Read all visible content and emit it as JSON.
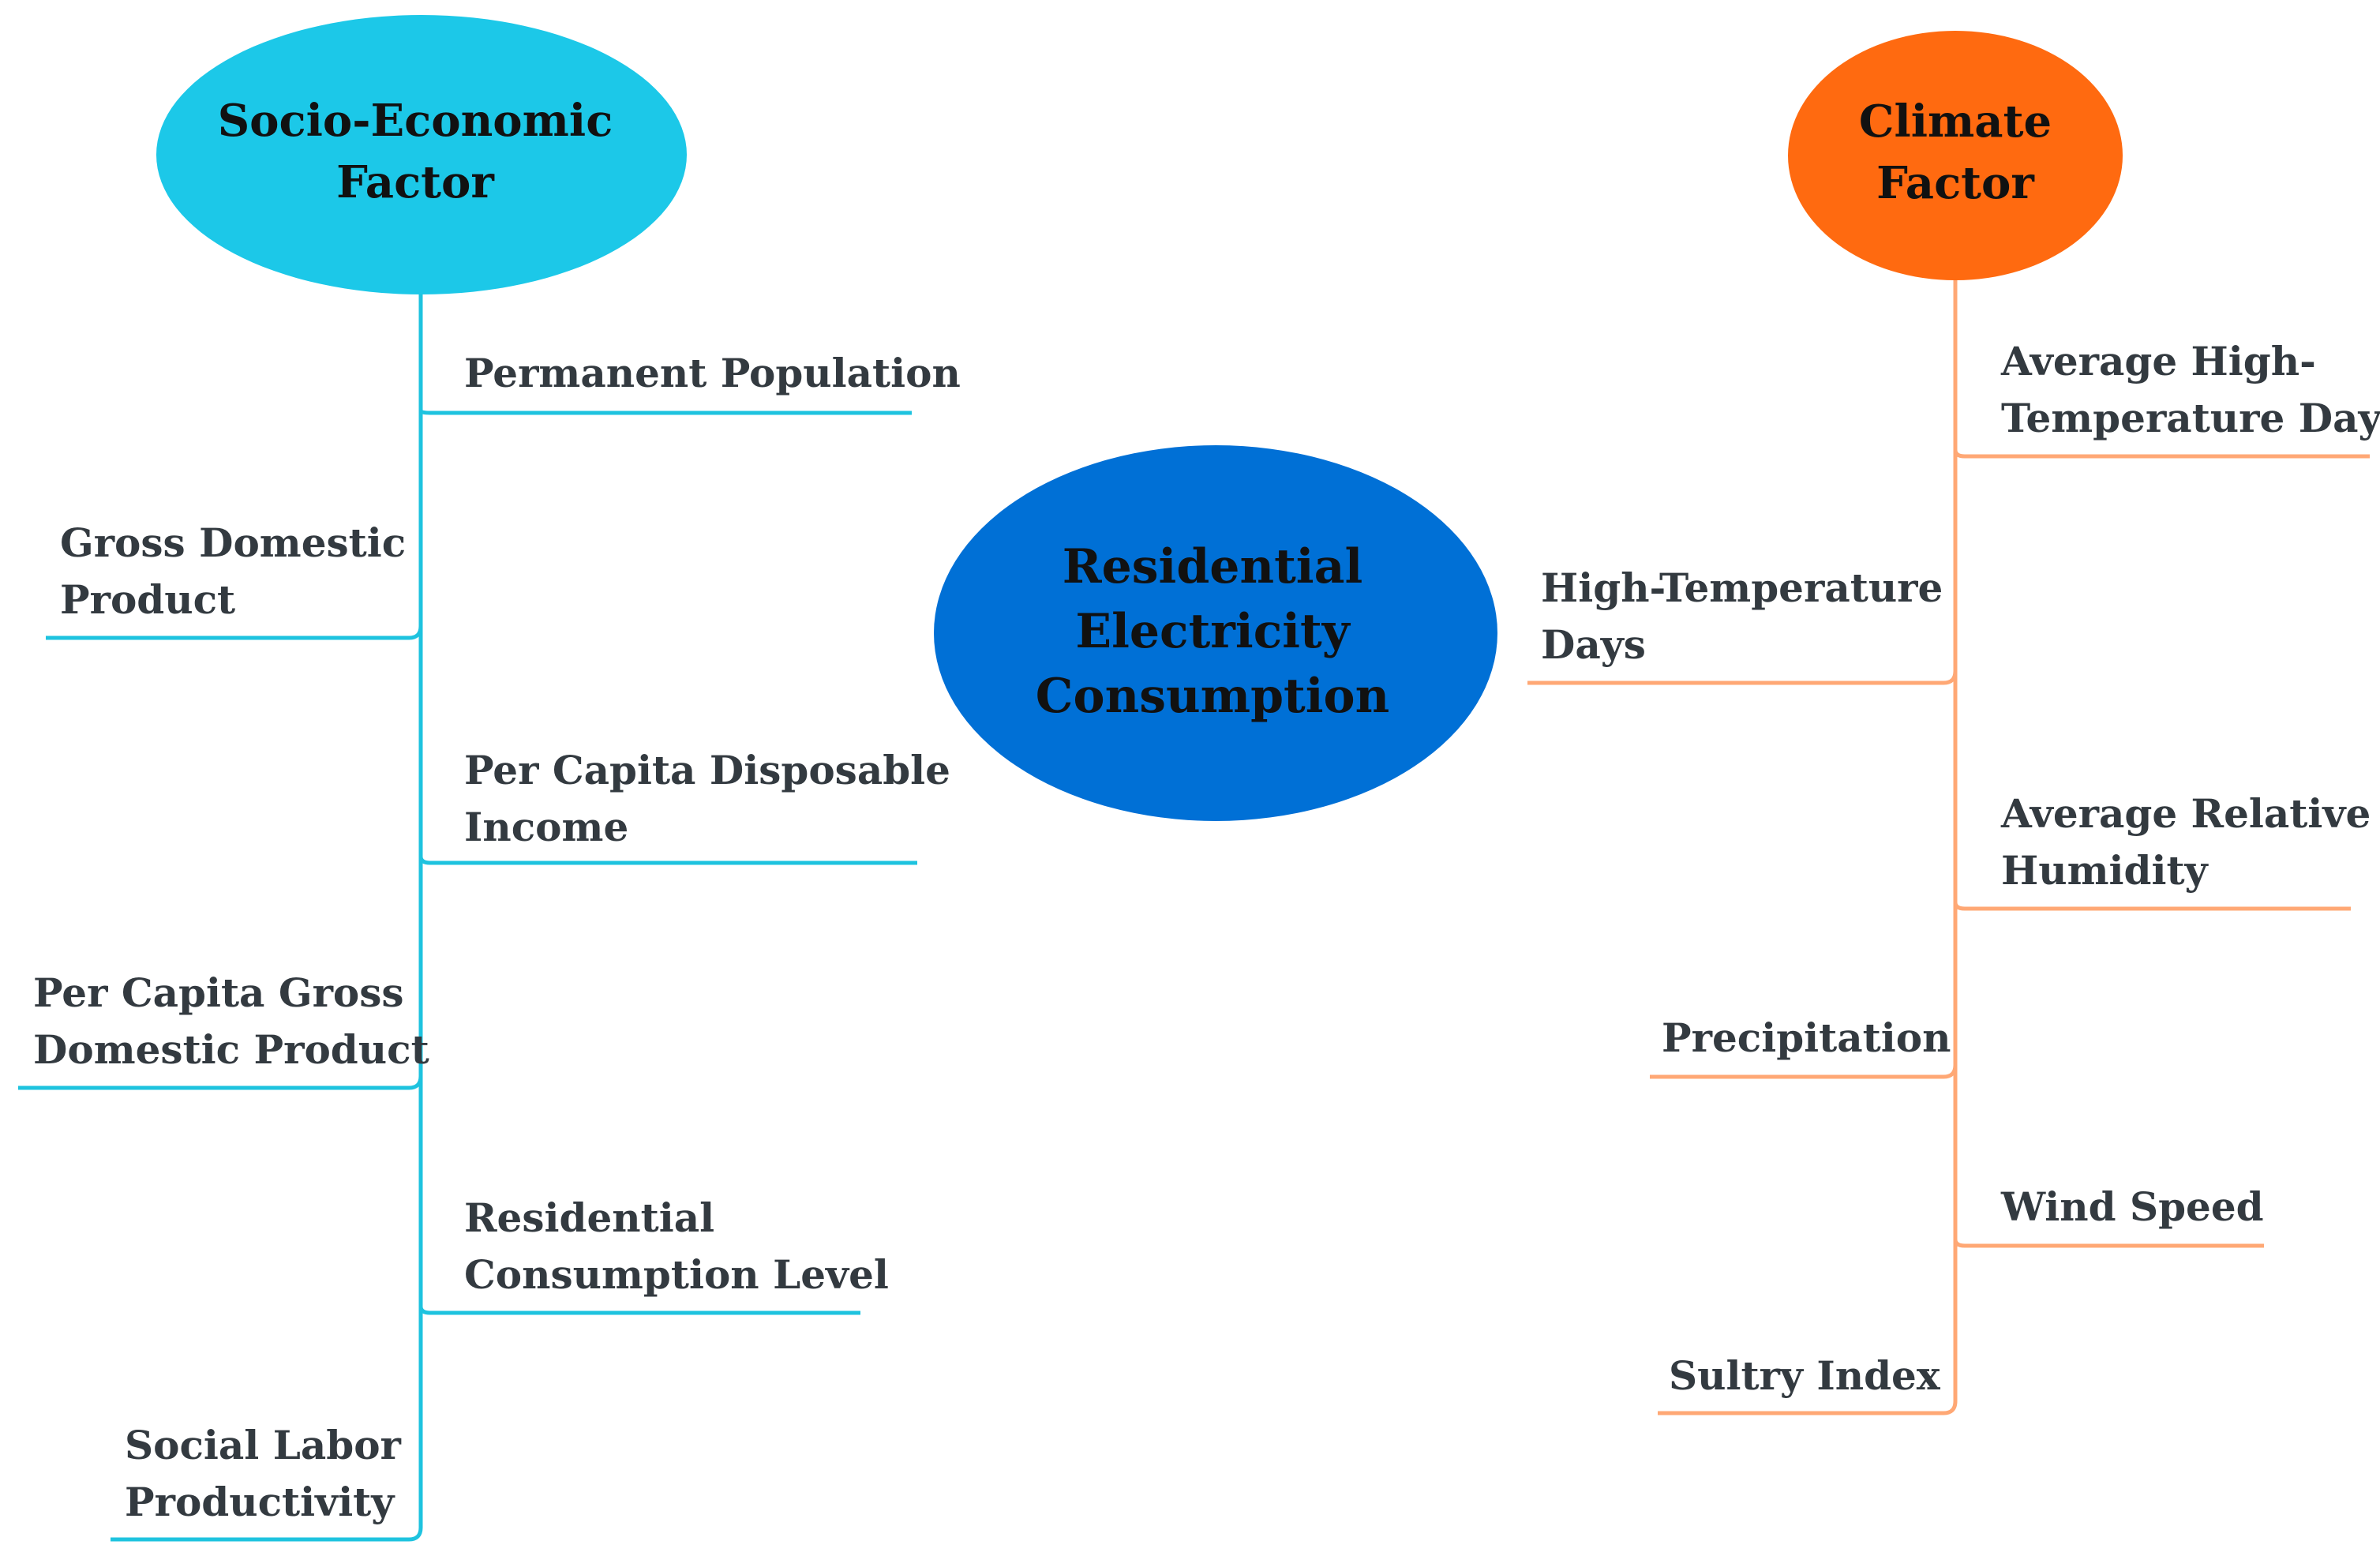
{
  "center": {
    "lines": [
      "Residential",
      "Electricity",
      "Consumption"
    ],
    "color": "#0070D6"
  },
  "socio": {
    "lines": [
      "Socio-Economic",
      "Factor"
    ],
    "color": "#1CC8E8",
    "line_color": "#1EC3DF",
    "items": [
      {
        "lines": [
          "Permanent Population"
        ]
      },
      {
        "lines": [
          "Gross Domestic",
          "Product"
        ]
      },
      {
        "lines": [
          "Per Capita Disposable",
          "Income"
        ]
      },
      {
        "lines": [
          "Per Capita Gross",
          "Domestic Product"
        ]
      },
      {
        "lines": [
          "Residential",
          "Consumption Level"
        ]
      },
      {
        "lines": [
          "Social Labor",
          "Productivity"
        ]
      }
    ]
  },
  "climate": {
    "lines": [
      "Climate",
      "Factor"
    ],
    "color": "#FF6A10",
    "line_color": "#FFA875",
    "items": [
      {
        "lines": [
          "Average High-",
          "Temperature Days"
        ]
      },
      {
        "lines": [
          "High-Temperature",
          "Days"
        ]
      },
      {
        "lines": [
          "Average Relative",
          "Humidity"
        ]
      },
      {
        "lines": [
          "Precipitation"
        ]
      },
      {
        "lines": [
          "Wind Speed"
        ]
      },
      {
        "lines": [
          "Sultry Index"
        ]
      }
    ]
  }
}
